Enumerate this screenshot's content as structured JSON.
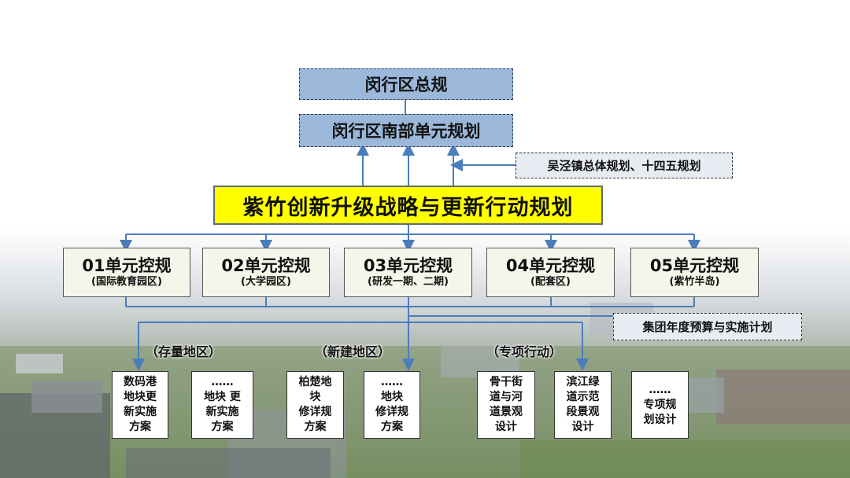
{
  "top": {
    "box1": "闵行区总规",
    "box2": "闵行区南部单元规划",
    "side_note": "吴泾镇总体规划、十四五规划"
  },
  "main_title": "紫竹创新升级战略与更新行动规划",
  "units": [
    {
      "title": "01单元控规",
      "sub": "(国际教育园区)"
    },
    {
      "title": "02单元控规",
      "sub": "(大学园区)"
    },
    {
      "title": "03单元控规",
      "sub": "(研发一期、二期)"
    },
    {
      "title": "04单元控规",
      "sub": "(配套区)"
    },
    {
      "title": "05单元控规",
      "sub": "(紫竹半岛)"
    }
  ],
  "budget_note": "集团年度预算与实施计划",
  "groups": [
    "（存量地区）",
    "（新建地区）",
    "（专项行动）"
  ],
  "leaves": [
    [
      "数码港",
      "地块更",
      "新实施",
      "方案"
    ],
    [
      "……",
      "地块 更",
      "新实施",
      "方案"
    ],
    [
      "柏楚地",
      "块",
      "修详规",
      "方案"
    ],
    [
      "……",
      "地块",
      "修详规",
      "方案"
    ],
    [
      "骨干街",
      "道与河",
      "道景观",
      "设计"
    ],
    [
      "滨江绿",
      "道示范",
      "段景观",
      "设计"
    ],
    [
      "……",
      "专项规",
      "划设计"
    ]
  ],
  "colors": {
    "main_fill": "#ffff00",
    "top_fill": "#9bb7da",
    "arrow": "#4a7ebb"
  }
}
